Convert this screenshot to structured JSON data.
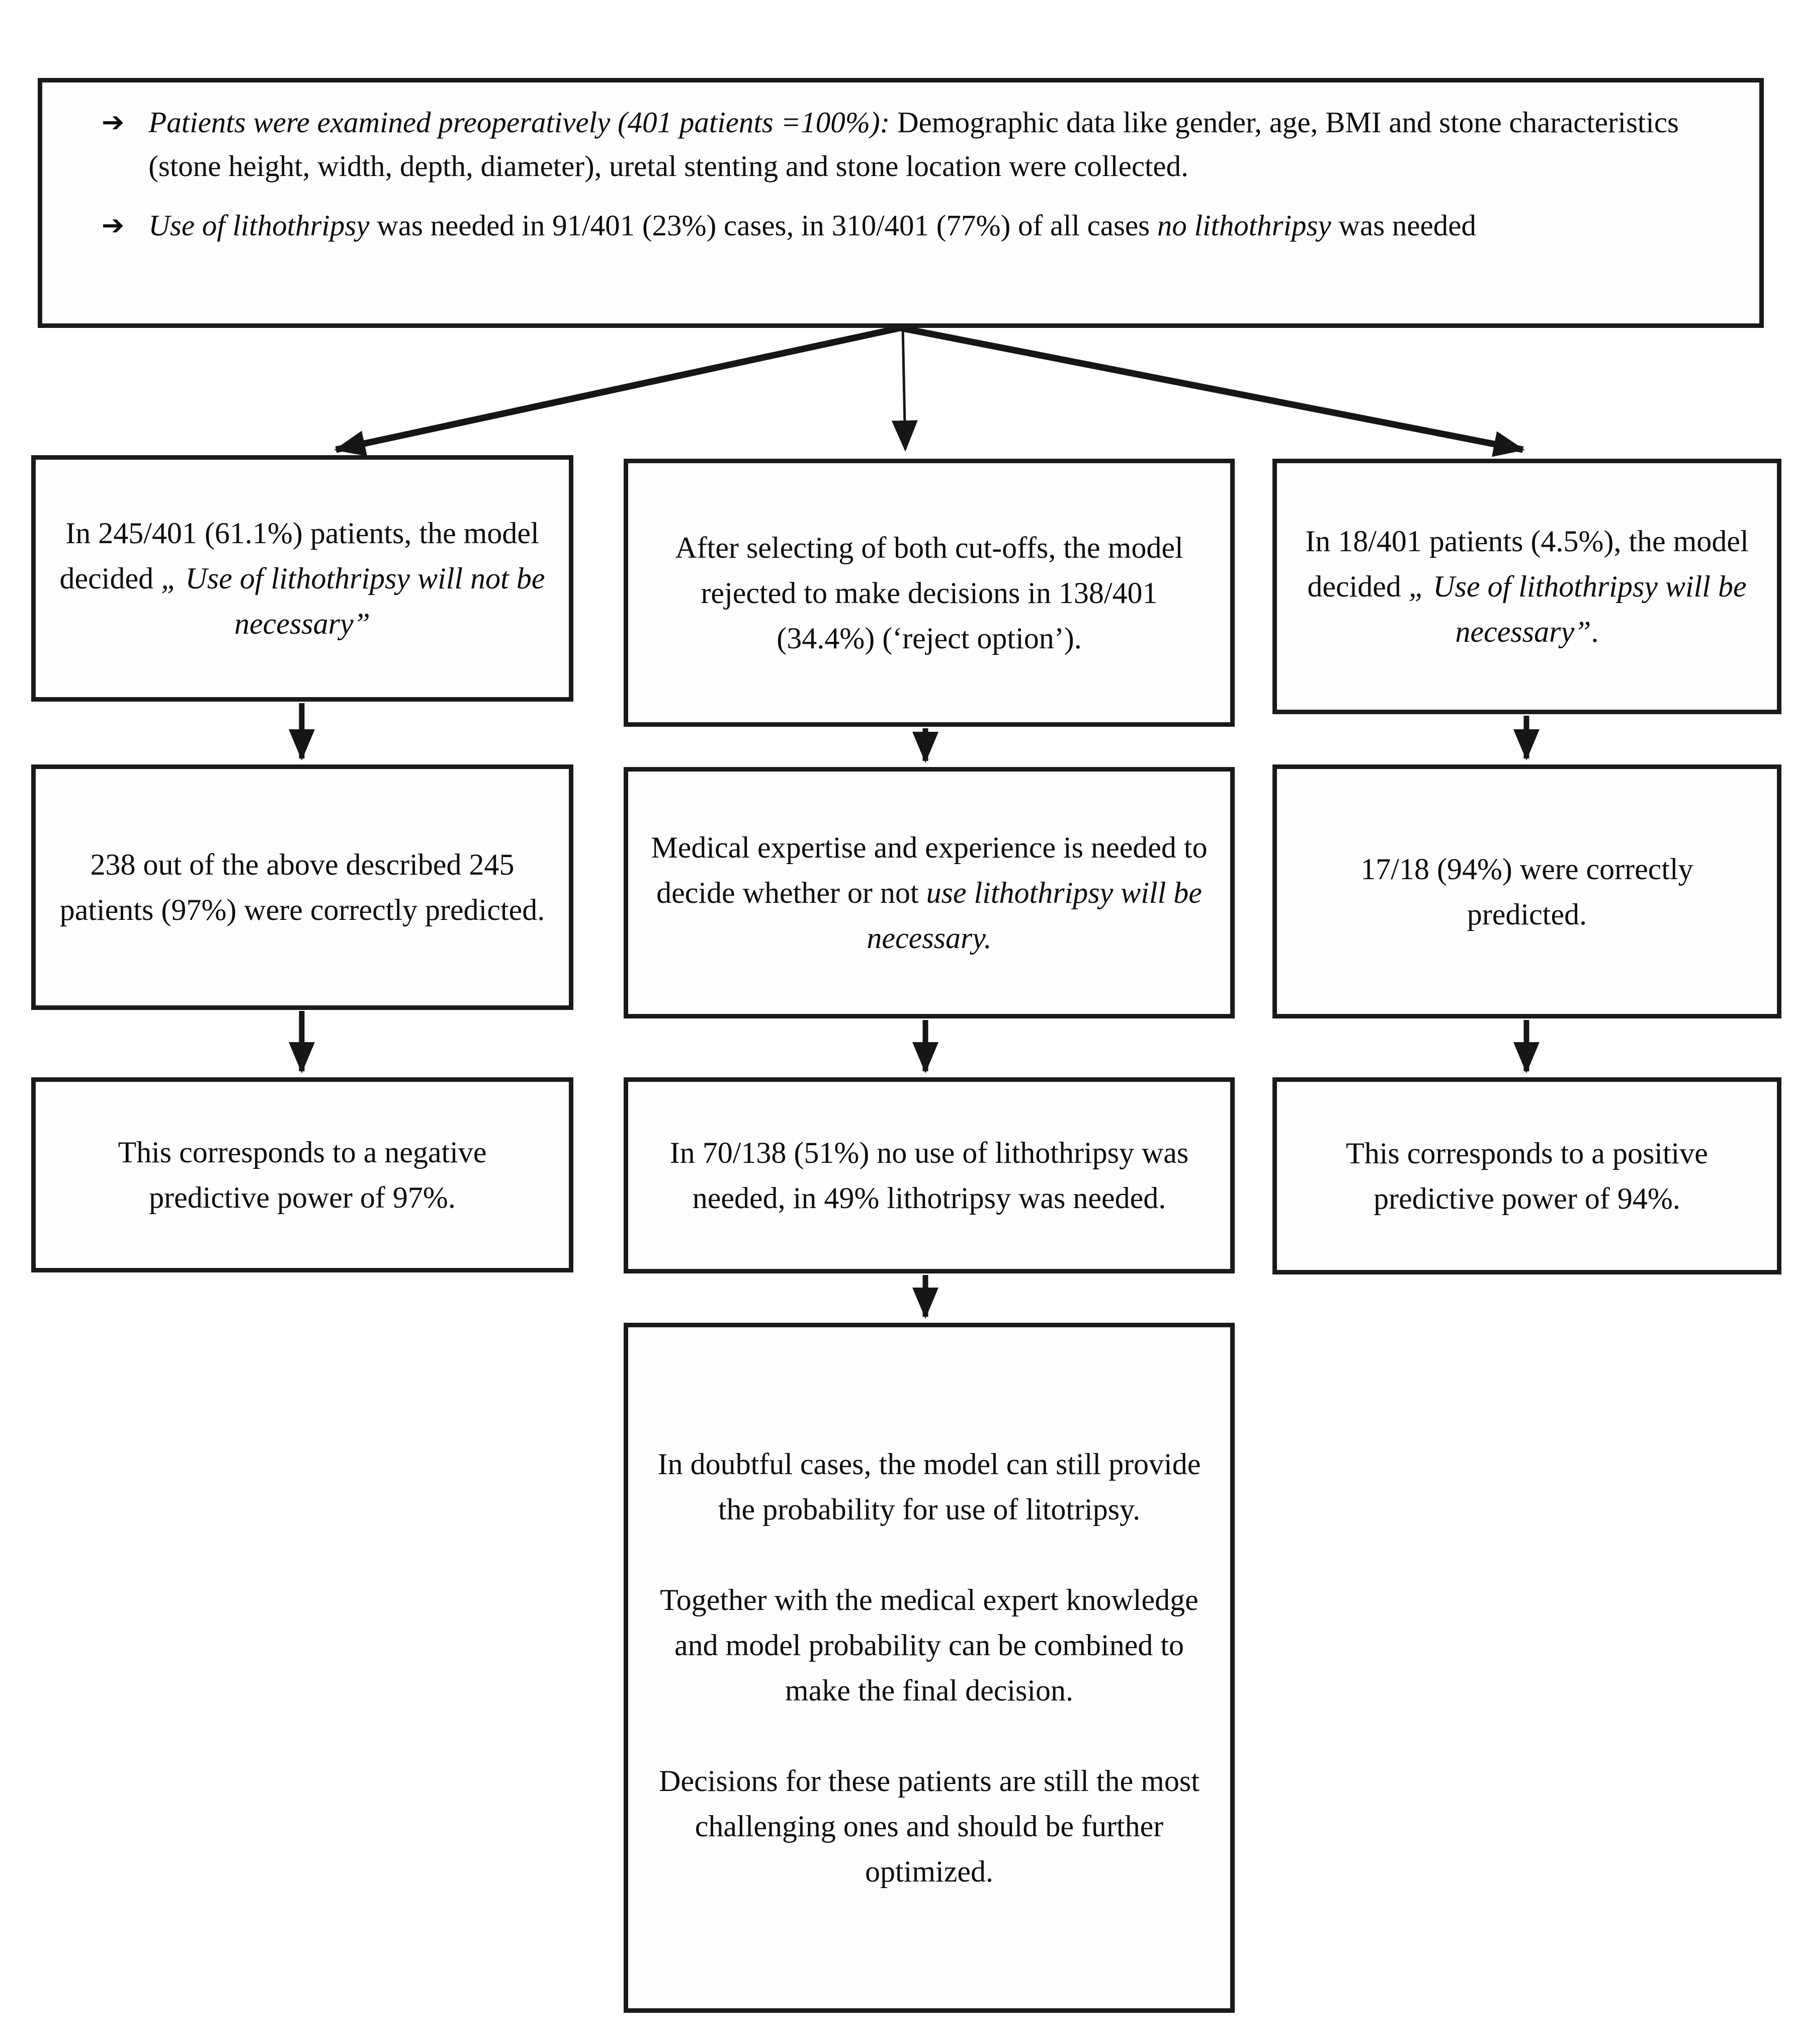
{
  "figure": {
    "bullet_icon": "➔",
    "boxes": {
      "intro": {
        "bullets": [
          {
            "segments": [
              {
                "t": "Patients were examined preoperatively (401 patients =100%): ",
                "i": true
              },
              {
                "t": "Demographic data like gender, age, BMI and stone characteristics (stone height, width, depth, diameter), uretal stenting and stone location were collected.",
                "i": false
              }
            ]
          },
          {
            "segments": [
              {
                "t": "Use of lithothripsy",
                "i": true
              },
              {
                "t": " was needed in 91/401 (23%) cases, in 310/401 (77%) of all cases ",
                "i": false
              },
              {
                "t": "no lithothripsy",
                "i": true
              },
              {
                "t": " was needed",
                "i": false
              }
            ]
          }
        ]
      },
      "left1": {
        "segments": [
          {
            "t": "In 245/401 (61.1%) patients, the model decided ",
            "i": false
          },
          {
            "t": "„ Use of lithothripsy will not be necessary”",
            "i": true
          }
        ]
      },
      "left2": {
        "text": "238 out of the above described 245 patients (97%) were correctly predicted."
      },
      "left3": {
        "text": "This corresponds to a negative predictive power of 97%."
      },
      "mid1": {
        "text": "After selecting of both cut-offs, the model rejected to make decisions in 138/401 (34.4%) (‘reject option’)."
      },
      "mid2": {
        "segments": [
          {
            "t": "Medical expertise and experience is needed to decide whether or not ",
            "i": false
          },
          {
            "t": "use lithothripsy will be necessary.",
            "i": true
          }
        ]
      },
      "mid3": {
        "text": "In 70/138 (51%) no use of lithothripsy was needed, in 49% lithotripsy was needed."
      },
      "mid4": {
        "paragraphs": [
          "In doubtful cases, the model can still provide the probability for use of litotripsy.",
          "Together with the medical expert knowledge and model probability can be combined to make the final decision.",
          "Decisions for these patients are still the most challenging ones and should be further optimized."
        ]
      },
      "right1": {
        "segments": [
          {
            "t": "In 18/401 patients (4.5%), the model decided ",
            "i": false
          },
          {
            "t": "„ Use of lithothripsy will be necessary”",
            "i": true
          },
          {
            "t": ".",
            "i": false
          }
        ]
      },
      "right2": {
        "text": "17/18 (94%) were correctly predicted."
      },
      "right3": {
        "text": "This corresponds to a positive predictive power of 94%."
      }
    }
  }
}
